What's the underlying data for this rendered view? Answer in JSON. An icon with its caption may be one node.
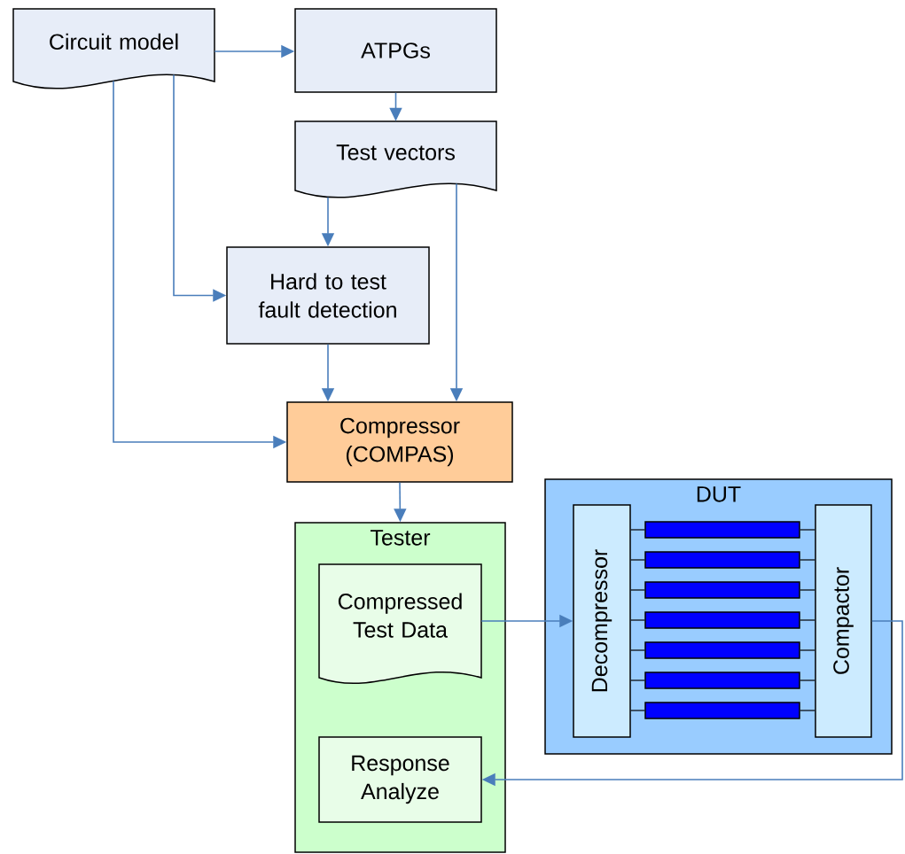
{
  "diagram": {
    "nodes": [
      {
        "text": [
          "Circuit model"
        ]
      },
      {
        "text": [
          "ATPGs"
        ]
      },
      {
        "text": [
          "Test vectors"
        ]
      },
      {
        "text": [
          "Hard to test fault detection"
        ]
      },
      {
        "text": [
          "Compressor (COMPAS)"
        ]
      },
      {
        "text": [
          "Tester"
        ]
      },
      {
        "text": [
          "Compressed Test Data"
        ],
        "in": 5
      },
      {
        "text": [
          "Response Analyze"
        ],
        "in": 5
      },
      {
        "text": [
          "DUT"
        ]
      },
      {
        "text": [
          "Decompressor"
        ],
        "in": 8
      },
      {
        "text": [
          "Compactor"
        ],
        "in": 8
      },
      {
        "text": [],
        "shape": "bar",
        "in": 8
      },
      {
        "text": [],
        "shape": "bar",
        "in": 8
      },
      {
        "text": [],
        "shape": "bar",
        "in": 8
      },
      {
        "text": [],
        "shape": "bar",
        "in": 8
      },
      {
        "text": [],
        "shape": "bar",
        "in": 8
      },
      {
        "text": [],
        "shape": "bar",
        "in": 8
      },
      {
        "text": [],
        "shape": "bar",
        "in": 8
      }
    ],
    "edges": [
      {
        "from": 0,
        "to": 1,
        "arrow": "to",
        "color": "#4a7ebb"
      },
      {
        "from": 1,
        "to": 2,
        "arrow": "to",
        "color": "#4a7ebb"
      },
      {
        "from": 2,
        "to": 3,
        "arrow": "to",
        "color": "#4a7ebb"
      },
      {
        "from": 0,
        "to": 3,
        "arrow": "to",
        "color": "#4a7ebb"
      },
      {
        "from": 3,
        "to": 4,
        "arrow": "to",
        "color": "#4a7ebb"
      },
      {
        "from": 2,
        "to": 4,
        "arrow": "to",
        "color": "#4a7ebb"
      },
      {
        "from": 0,
        "to": 4,
        "arrow": "to",
        "color": "#4a7ebb"
      },
      {
        "from": 4,
        "to": 5,
        "arrow": "to",
        "color": "#4a7ebb"
      },
      {
        "from": 6,
        "to": 9,
        "arrow": "to",
        "color": "#4a7ebb"
      },
      {
        "from": 10,
        "to": 7,
        "arrow": "to",
        "color": "#4a7ebb"
      },
      {
        "from": 9,
        "to": 11,
        "arrow": "none"
      },
      {
        "from": 11,
        "to": 10,
        "arrow": "none"
      },
      {
        "from": 9,
        "to": 12,
        "arrow": "none"
      },
      {
        "from": 12,
        "to": 10,
        "arrow": "none"
      },
      {
        "from": 9,
        "to": 13,
        "arrow": "none"
      },
      {
        "from": 13,
        "to": 10,
        "arrow": "none"
      },
      {
        "from": 9,
        "to": 14,
        "arrow": "none"
      },
      {
        "from": 14,
        "to": 10,
        "arrow": "none"
      },
      {
        "from": 9,
        "to": 15,
        "arrow": "none"
      },
      {
        "from": 15,
        "to": 10,
        "arrow": "none"
      },
      {
        "from": 9,
        "to": 16,
        "arrow": "none"
      },
      {
        "from": 16,
        "to": 10,
        "arrow": "none"
      },
      {
        "from": 9,
        "to": 17,
        "arrow": "none"
      },
      {
        "from": 17,
        "to": 10,
        "arrow": "none"
      }
    ]
  }
}
